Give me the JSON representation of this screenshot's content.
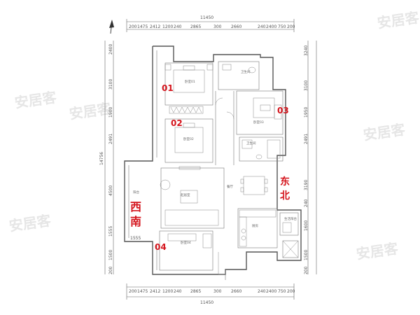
{
  "colors": {
    "wall": "#555555",
    "accent": "#d4141c",
    "dimension": "#555555",
    "watermark": "#e6e6e6"
  },
  "dimensions": {
    "total_top": "11450",
    "total_bottom": "11450",
    "top_segments": [
      "200",
      "1475",
      "2412",
      "1200",
      "240",
      "2865",
      "300",
      "2660",
      "240",
      "2400",
      "750",
      "200"
    ],
    "bottom_segments": [
      "200",
      "1475",
      "2412",
      "1200",
      "240",
      "2865",
      "300",
      "2660",
      "240",
      "2400",
      "750",
      "200"
    ],
    "left_total": "14756",
    "left_segments": [
      "2400",
      "3100",
      "1900",
      "2491",
      "4500",
      "1555",
      "1500",
      "200"
    ],
    "right_segments": [
      "3240",
      "3100",
      "1950",
      "2491",
      "3190",
      "240",
      "1600",
      "1500",
      "200"
    ]
  },
  "rooms": {
    "bedroom1": "卧室01",
    "bedroom2": "卧室02",
    "bedroom3": "卧室03",
    "bedroom4": "卧室04",
    "bath1": "卫生间",
    "bath2": "卫生间",
    "living": "起居室",
    "dining": "餐厅",
    "kitchen": "厨房",
    "balcony": "阳台",
    "service": "生活阳台"
  },
  "labels": {
    "room01": "01",
    "room02": "02",
    "room03": "03",
    "room04": "04",
    "ne1": "东",
    "ne2": "北",
    "sw1": "西",
    "sw2": "南"
  },
  "watermark": "安居客",
  "icons": [
    "north-arrow-icon",
    "dimension-tick-icon"
  ]
}
